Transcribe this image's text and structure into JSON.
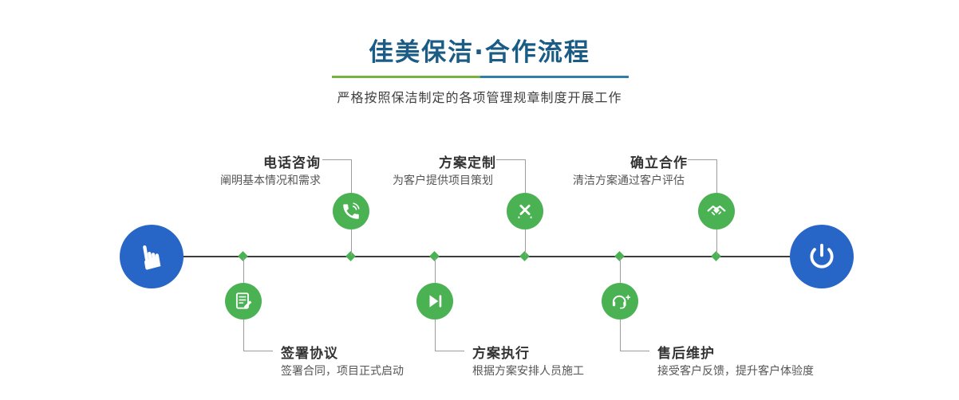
{
  "header": {
    "title": "佳美保洁·合作流程",
    "subtitle": "严格按照保洁制定的各项管理规章制度开展工作"
  },
  "steps": [
    {
      "title": "电话咨询",
      "desc": "阐明基本情况和需求",
      "icon": "phone-icon",
      "position": "top"
    },
    {
      "title": "方案定制",
      "desc": "为客户提供项目策划",
      "icon": "design-pens-icon",
      "position": "top"
    },
    {
      "title": "确立合作",
      "desc": "清洁方案通过客户评估",
      "icon": "handshake-icon",
      "position": "top"
    },
    {
      "title": "签署协议",
      "desc": "签署合同，项目正式启动",
      "icon": "contract-sign-icon",
      "position": "bottom"
    },
    {
      "title": "方案执行",
      "desc": "根据方案安排人员施工",
      "icon": "play-icon",
      "position": "bottom"
    },
    {
      "title": "售后维护",
      "desc": "接受客户反馈，提升客户体验度",
      "icon": "headset-support-icon",
      "position": "bottom"
    }
  ],
  "endpoints": {
    "start": "hand-pointer-icon",
    "end": "power-icon"
  },
  "glyphs": {
    "hand_pointer": "☛"
  },
  "colors": {
    "node_green": "#4bb254",
    "endpoint_blue": "#2766c7",
    "title_blue": "#1a5c85",
    "divider_green": "#76b23f",
    "divider_blue": "#2f7ea8",
    "timeline": "#3d3d3d",
    "connector": "#9c9c9c"
  }
}
